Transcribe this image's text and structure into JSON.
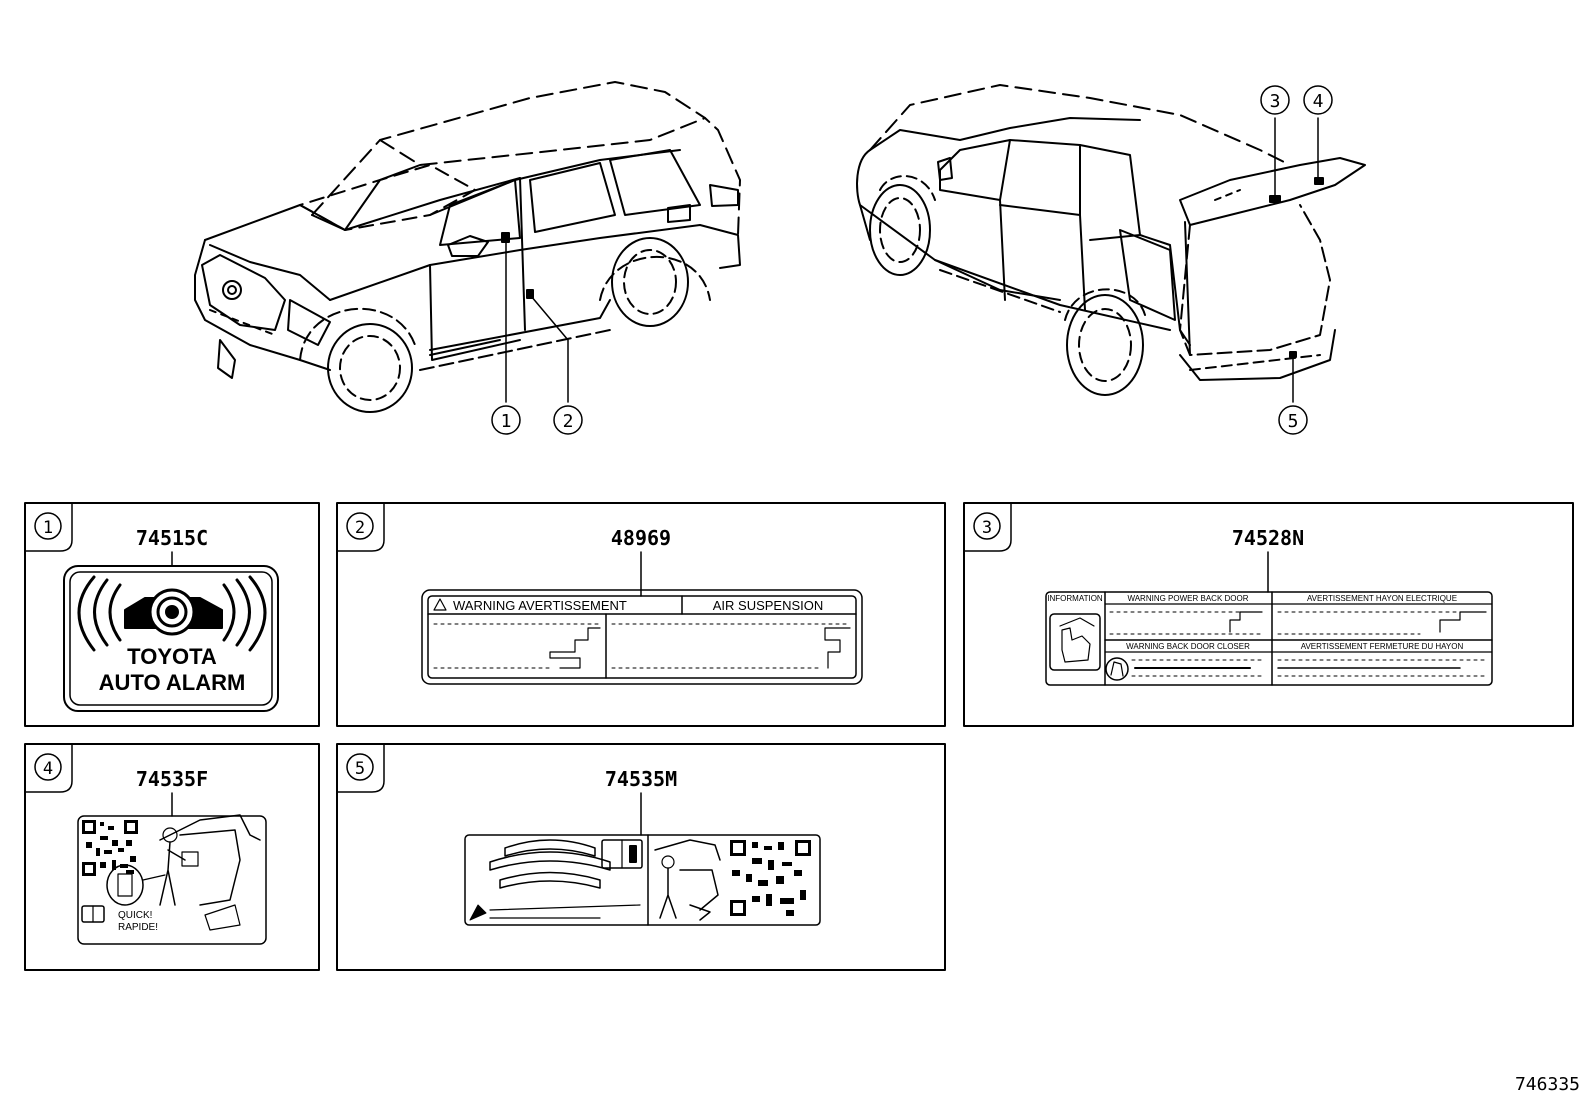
{
  "callouts": [
    "1",
    "2",
    "3",
    "4",
    "5"
  ],
  "panels": [
    {
      "num": "1",
      "part": "74515C",
      "label_lines": [
        "TOYOTA",
        "AUTO ALARM"
      ]
    },
    {
      "num": "2",
      "part": "48969",
      "warning_text": "WARNING AVERTISSEMENT",
      "title_text": "AIR SUSPENSION"
    },
    {
      "num": "3",
      "part": "74528N",
      "info_text": "INFORMATION",
      "row1_left": "WARNING POWER BACK DOOR",
      "row1_right": "AVERTISSEMENT   HAYON ELECTRIQUE",
      "row2_left": "WARNING BACK DOOR CLOSER",
      "row2_right": "AVERTISSEMENT   FERMETURE DU HAYON"
    },
    {
      "num": "4",
      "part": "74535F",
      "caption_lines": [
        "QUICK!",
        "RAPIDE!"
      ]
    },
    {
      "num": "5",
      "part": "74535M"
    }
  ],
  "figure_id": "746335",
  "colors": {
    "line": "#000000",
    "background": "#ffffff"
  }
}
